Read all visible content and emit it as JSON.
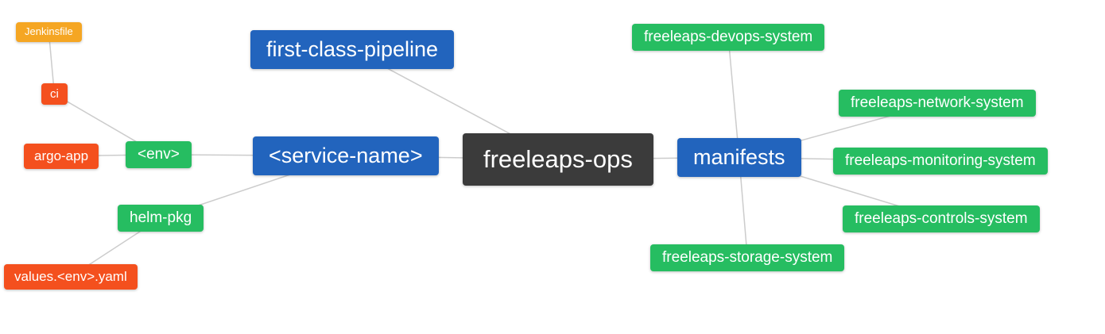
{
  "diagram": {
    "title": "freeleaps-ops mind map",
    "colors": {
      "orange": "#f5a623",
      "red": "#f4501e",
      "green": "#26bd61",
      "blue": "#2264bd",
      "dark": "#3b3b3b",
      "edge": "#cccccc"
    },
    "nodes": {
      "jenkinsfile": {
        "label": "Jenkinsfile"
      },
      "ci": {
        "label": "ci"
      },
      "argo_app": {
        "label": "argo-app"
      },
      "env": {
        "label": "<env>"
      },
      "helm_pkg": {
        "label": "helm-pkg"
      },
      "values_env_yaml": {
        "label": "values.<env>.yaml"
      },
      "first_class_pipeline": {
        "label": "first-class-pipeline"
      },
      "service_name": {
        "label": "<service-name>"
      },
      "freeleaps_ops": {
        "label": "freeleaps-ops"
      },
      "manifests": {
        "label": "manifests"
      },
      "devops_system": {
        "label": "freeleaps-devops-system"
      },
      "network_system": {
        "label": "freeleaps-network-system"
      },
      "monitoring_system": {
        "label": "freeleaps-monitoring-system"
      },
      "controls_system": {
        "label": "freeleaps-controls-system"
      },
      "storage_system": {
        "label": "freeleaps-storage-system"
      }
    },
    "edges": [
      [
        "jenkinsfile",
        "ci"
      ],
      [
        "ci",
        "env"
      ],
      [
        "argo_app",
        "env"
      ],
      [
        "env",
        "service_name"
      ],
      [
        "helm_pkg",
        "service_name"
      ],
      [
        "values_env_yaml",
        "helm_pkg"
      ],
      [
        "first_class_pipeline",
        "freeleaps_ops"
      ],
      [
        "service_name",
        "freeleaps_ops"
      ],
      [
        "freeleaps_ops",
        "manifests"
      ],
      [
        "manifests",
        "devops_system"
      ],
      [
        "manifests",
        "network_system"
      ],
      [
        "manifests",
        "monitoring_system"
      ],
      [
        "manifests",
        "controls_system"
      ],
      [
        "manifests",
        "storage_system"
      ]
    ]
  }
}
